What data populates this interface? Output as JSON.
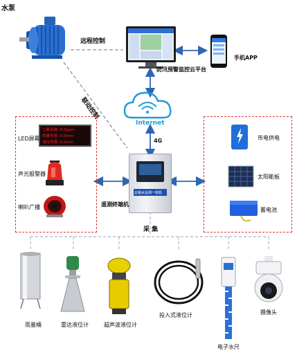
{
  "labels": {
    "pump": "水泵",
    "remote_control": "远程控制",
    "linkage_control": "联动控制",
    "platform": "防汛预警监控云平台",
    "mobile_app": "手机APP",
    "internet": "Internet",
    "link_4g": "4G",
    "led_screen": "LED屏幕",
    "sound_light_alarm": "声光报警器",
    "horn_broadcast": "喇叭广播",
    "mains_power": "市电供电",
    "solar_panel": "太阳能板",
    "battery": "蓄电池",
    "rtu_terminal": "遥测终端机",
    "rtu_panel_title": "云租水遥测一体机",
    "collect": "采 集",
    "rain_gauge": "雨量桶",
    "radar_level": "雷达液位计",
    "ultrasonic_level": "超声波液位计",
    "submersible_level": "投入式液位计",
    "electronic_ruler": "电子水尺",
    "camera": "摄像头"
  },
  "led_display": {
    "line1": "二氧化碳: 6.0ppm",
    "line2": "雨量传感: 0.0mm",
    "line3": "液位传感: 0.0mm"
  },
  "colors": {
    "dashed_box": "#dd3333",
    "arrow_blue": "#2f66b3",
    "link_gray": "#9aa4b4",
    "cloud_blue": "#1d9bd7",
    "led_red": "#ff2020",
    "device_blue": "#1d4fb0"
  }
}
